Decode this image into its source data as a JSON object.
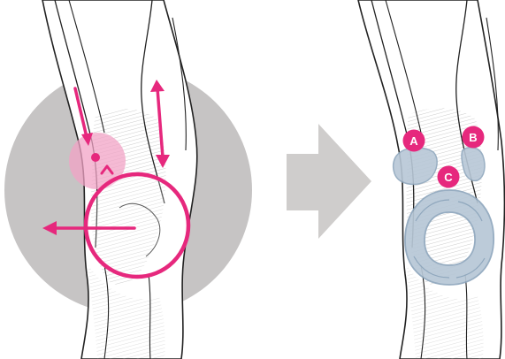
{
  "colors": {
    "accent": "#e6287d",
    "accent_light": "#f1a3c6",
    "disc": "#c6c4c4",
    "arrow": "#cfcdcc",
    "pad": "#b7c7d6",
    "pad_stroke": "#8fa7bd",
    "line": "#222222",
    "hatch": "#9a9a9a"
  },
  "left_panel": {
    "icons": [
      "pain-zone-icon",
      "vertical-double-arrow-icon",
      "lateral-arrow-icon",
      "patella-circle-icon"
    ]
  },
  "transition": {
    "icon": "right-arrow-icon"
  },
  "right_panel": {
    "pads": [
      {
        "label": "A",
        "name": "pad-a"
      },
      {
        "label": "B",
        "name": "pad-b"
      },
      {
        "label": "C",
        "name": "pad-c"
      }
    ]
  }
}
